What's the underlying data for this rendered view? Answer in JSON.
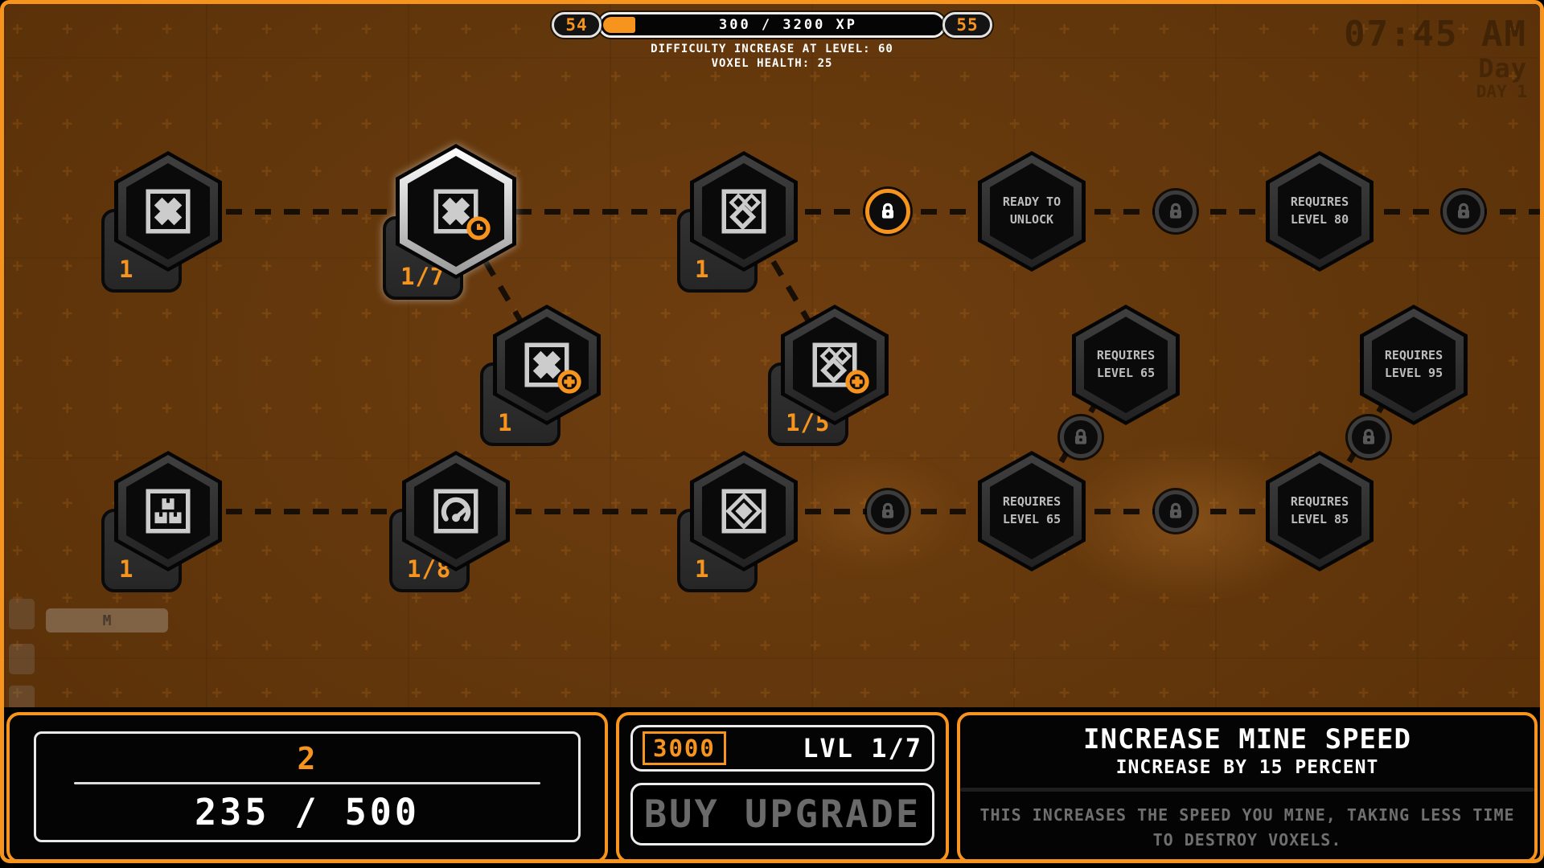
{
  "colors": {
    "accent": "#f7941d",
    "hex_fill": "#0a0a0a",
    "icon_gray": "#cccccc"
  },
  "header": {
    "level_current": "54",
    "level_next": "55",
    "xp_text": "300 / 3200 XP",
    "xp_fill_percent": 9.4,
    "difficulty_text": "DIFFICULTY INCREASE AT LEVEL: 60",
    "voxel_health_text": "VOXEL HEALTH: 25"
  },
  "clock": {
    "time": "07:45 AM",
    "label": "Day",
    "day": "DAY 1"
  },
  "background_hud": {
    "tab_label": "M"
  },
  "tree": {
    "nodes": [
      {
        "badge": "1"
      },
      {
        "badge": "1/7"
      },
      {
        "badge": "1"
      },
      {
        "label": "READY TO UNLOCK"
      },
      {
        "label": "REQUIRES LEVEL 80"
      },
      {
        "badge": "1"
      },
      {
        "badge": "1/5"
      },
      {
        "label": "REQUIRES LEVEL 65"
      },
      {
        "label": "REQUIRES LEVEL 95"
      },
      {
        "badge": "1"
      },
      {
        "badge": "1/8"
      },
      {
        "badge": "1"
      },
      {
        "label": "REQUIRES LEVEL 65"
      },
      {
        "label": "REQUIRES LEVEL 85"
      }
    ]
  },
  "resource_panel": {
    "top_value": "2",
    "bottom_value": "235 / 500"
  },
  "upgrade_panel": {
    "cost": "3000",
    "level": "LVL 1/7",
    "buy_label": "BUY UPGRADE"
  },
  "detail_panel": {
    "title": "INCREASE MINE SPEED",
    "subtitle": "INCREASE BY 15 PERCENT",
    "description": "THIS INCREASES THE SPEED YOU MINE, TAKING LESS TIME TO DESTROY VOXELS."
  }
}
